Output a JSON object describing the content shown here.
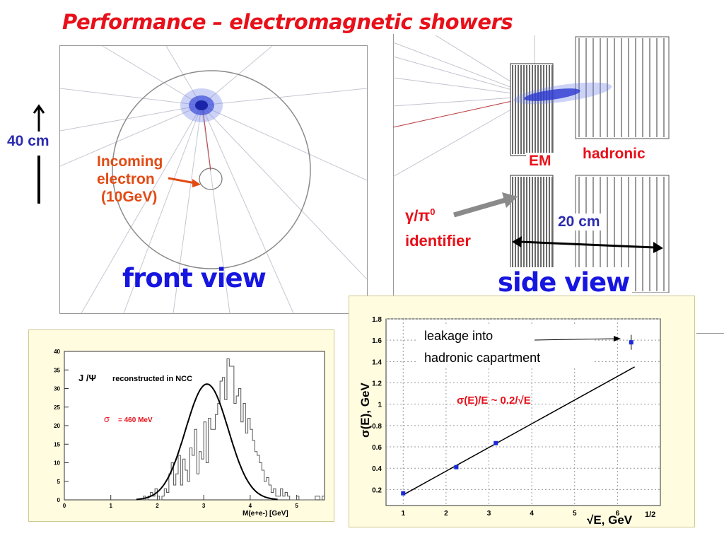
{
  "slide": {
    "title": "Performance – electromagnetic showers",
    "scale_40": "40 cm",
    "incoming_label": [
      "Incoming",
      "electron",
      "(10GeV)"
    ],
    "front_view": "front view",
    "side_view": "side view",
    "em_label": "EM",
    "hadronic_label": "hadronic",
    "identifier_label_line1": "γ/π",
    "identifier_sup": "0",
    "identifier_label_line2": "identifier",
    "scale_20": "20 cm",
    "colors": {
      "title": "#e8101a",
      "view_label": "#1616e0",
      "scale_label": "#2b2bb0",
      "panel_bg": "#fffce0"
    }
  },
  "chart_data": [
    {
      "type": "bar",
      "subtype": "histogram-with-fit",
      "title": "reconstructed in NCC",
      "title_symbol": "J /Ψ",
      "annotation_symbol": "σ",
      "annotation_text": "= 460  MeV",
      "xlabel": "M(e+e-) [GeV]",
      "ylabel": "",
      "xlim": [
        0,
        5.6
      ],
      "ylim": [
        0,
        40
      ],
      "x_ticks": [
        "0",
        "1",
        "2",
        "3",
        "4",
        "5"
      ],
      "y_ticks": [
        "0",
        "5",
        "10",
        "15",
        "20",
        "25",
        "30",
        "35",
        "40"
      ],
      "bin_width": 0.05,
      "bins_start": 1.6,
      "values": [
        0,
        0,
        1,
        0,
        1,
        2,
        1,
        3,
        1,
        0,
        1,
        3,
        2,
        7,
        10,
        4,
        7,
        12,
        4,
        11,
        8,
        5,
        14,
        12,
        19,
        7,
        13,
        11,
        21,
        10,
        22,
        19,
        19,
        23,
        26,
        32,
        33,
        27,
        38,
        36,
        36,
        26,
        28,
        30,
        21,
        26,
        18,
        22,
        19,
        16,
        13,
        12,
        10,
        8,
        5,
        6,
        4,
        2,
        3,
        1,
        1,
        3,
        1,
        2,
        1,
        0,
        0,
        0,
        1,
        0,
        0,
        0,
        0,
        0,
        0,
        0,
        1,
        1,
        0,
        1
      ],
      "fit": {
        "type": "gaussian",
        "mean": 3.07,
        "sigma": 0.46,
        "amplitude": 31.2
      },
      "grid": false,
      "legend": "none"
    },
    {
      "type": "scatter",
      "title": "",
      "xlabel": "√E, GeV",
      "xlabel_sup": "1/2",
      "ylabel": "σ(E), GeV",
      "xlim": [
        0.6,
        7.0
      ],
      "ylim": [
        0.05,
        1.8
      ],
      "x_ticks": [
        "1",
        "2",
        "3",
        "4",
        "5",
        "6"
      ],
      "y_ticks": [
        "0.2",
        "0.4",
        "0.6",
        "0.8",
        "1",
        "1.2",
        "1.4",
        "1.6",
        "1.8"
      ],
      "series": [
        {
          "x": [
            1.0,
            2.24,
            3.16,
            6.32
          ],
          "y": [
            0.165,
            0.41,
            0.635,
            1.58
          ],
          "yerr": [
            0.01,
            0.01,
            0.01,
            0.07
          ]
        }
      ],
      "line": {
        "x": [
          1.0,
          6.4
        ],
        "y": [
          0.15,
          1.35
        ]
      },
      "formula": "σ(E)/E ~ 0.2/√E",
      "annotation": [
        "leakage into",
        "hadronic capartment"
      ],
      "grid": true,
      "legend": "none"
    }
  ]
}
